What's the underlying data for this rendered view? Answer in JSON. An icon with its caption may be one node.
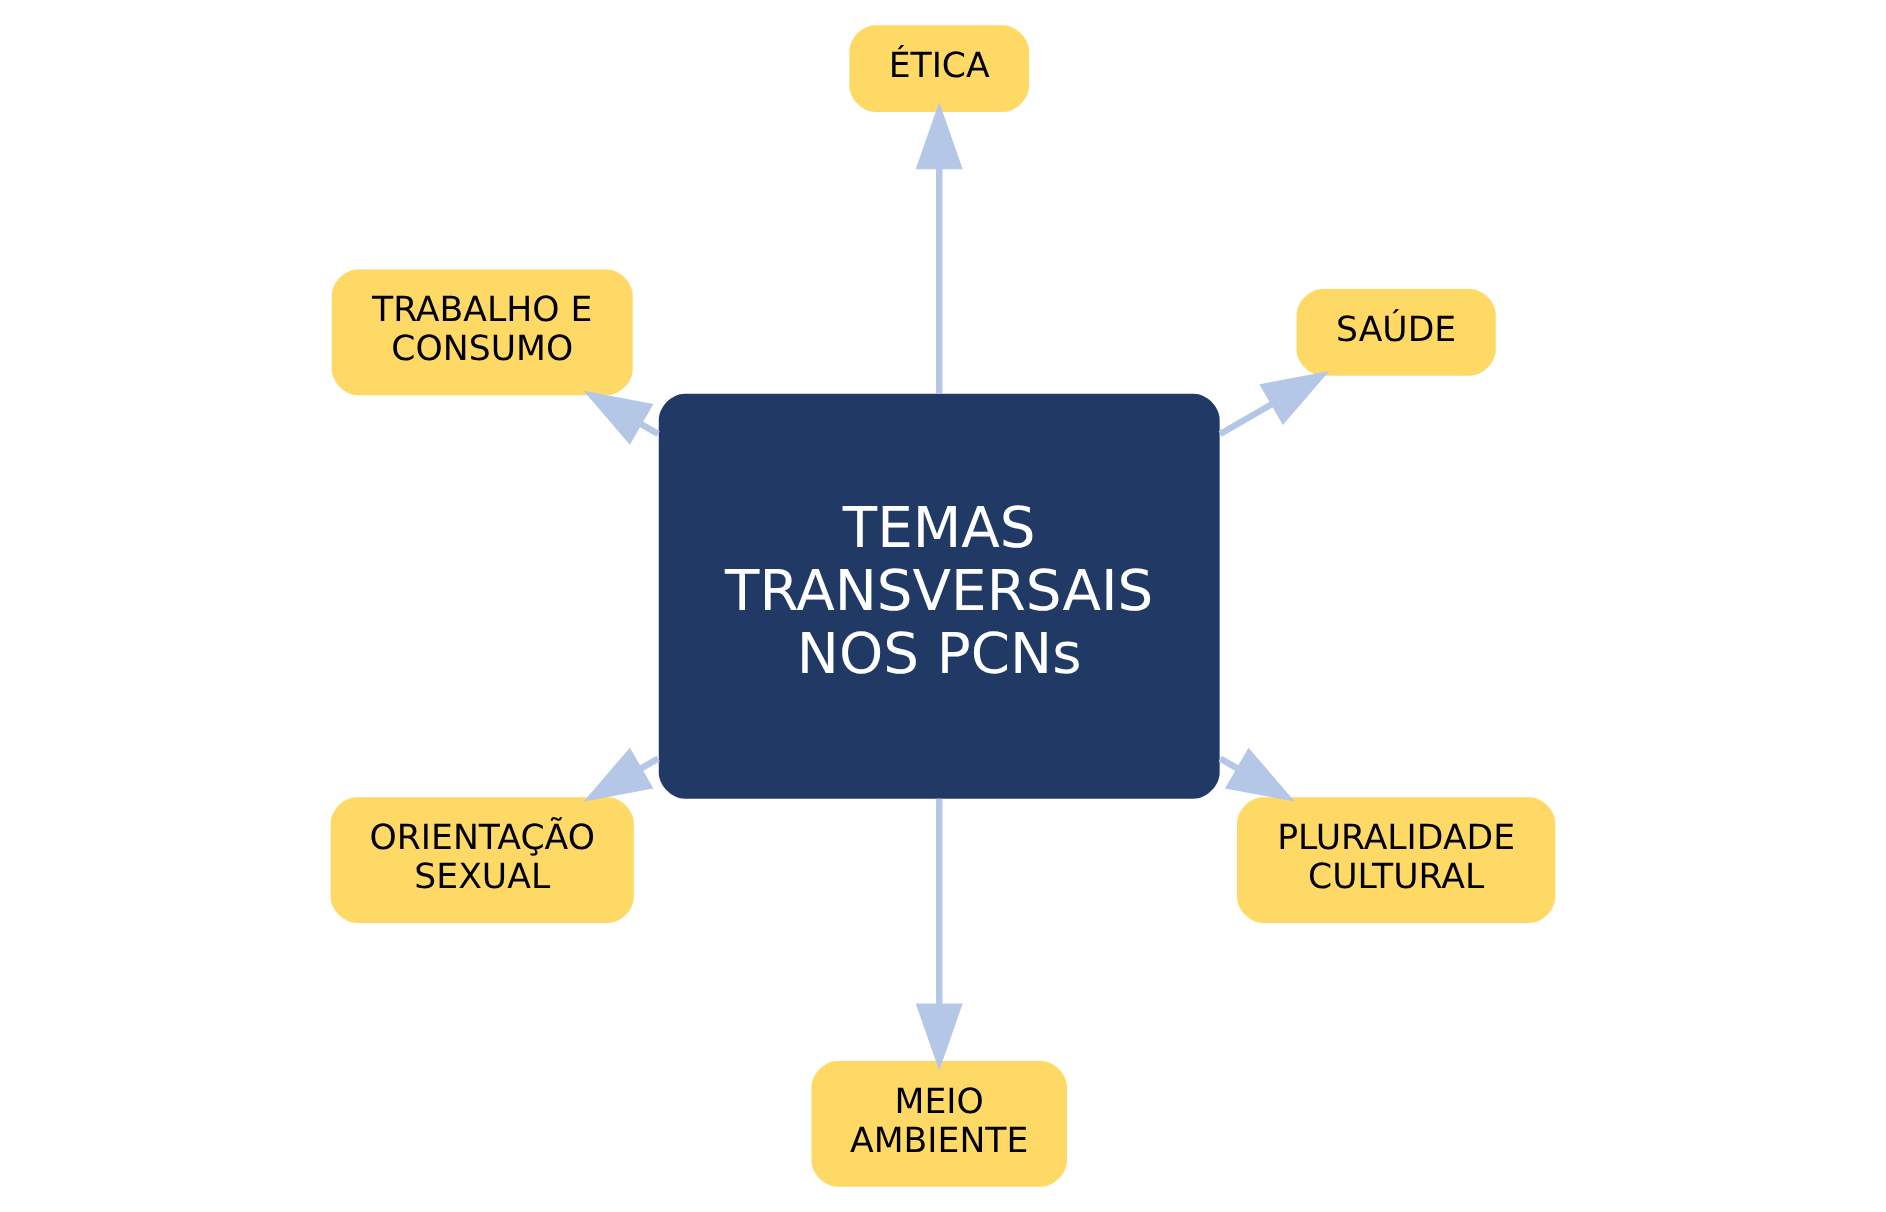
{
  "diagram": {
    "nodes": [
      {
        "text": [
          "SAÚDE"
        ]
      },
      {
        "text": [
          "ÉTICA"
        ]
      },
      {
        "text": [
          "TRABALHO E CONSUMO"
        ]
      },
      {
        "text": [
          "TEMAS TRANSVERSAIS NOS PCNs"
        ]
      },
      {
        "text": [
          "ORIENTAÇÃO SEXUAL"
        ]
      },
      {
        "text": [
          "MEIO AMBIENTE"
        ]
      },
      {
        "text": [
          "PLURALIDADE CULTURAL"
        ]
      }
    ],
    "edges": [
      {
        "from": 3,
        "to": 0,
        "arrow": "to"
      },
      {
        "from": 3,
        "to": 1,
        "arrow": "to"
      },
      {
        "from": 3,
        "to": 2,
        "arrow": "to"
      },
      {
        "from": 3,
        "to": 4,
        "arrow": "to"
      },
      {
        "from": 3,
        "to": 5,
        "arrow": "to"
      },
      {
        "from": 3,
        "to": 6,
        "arrow": "to"
      }
    ]
  }
}
